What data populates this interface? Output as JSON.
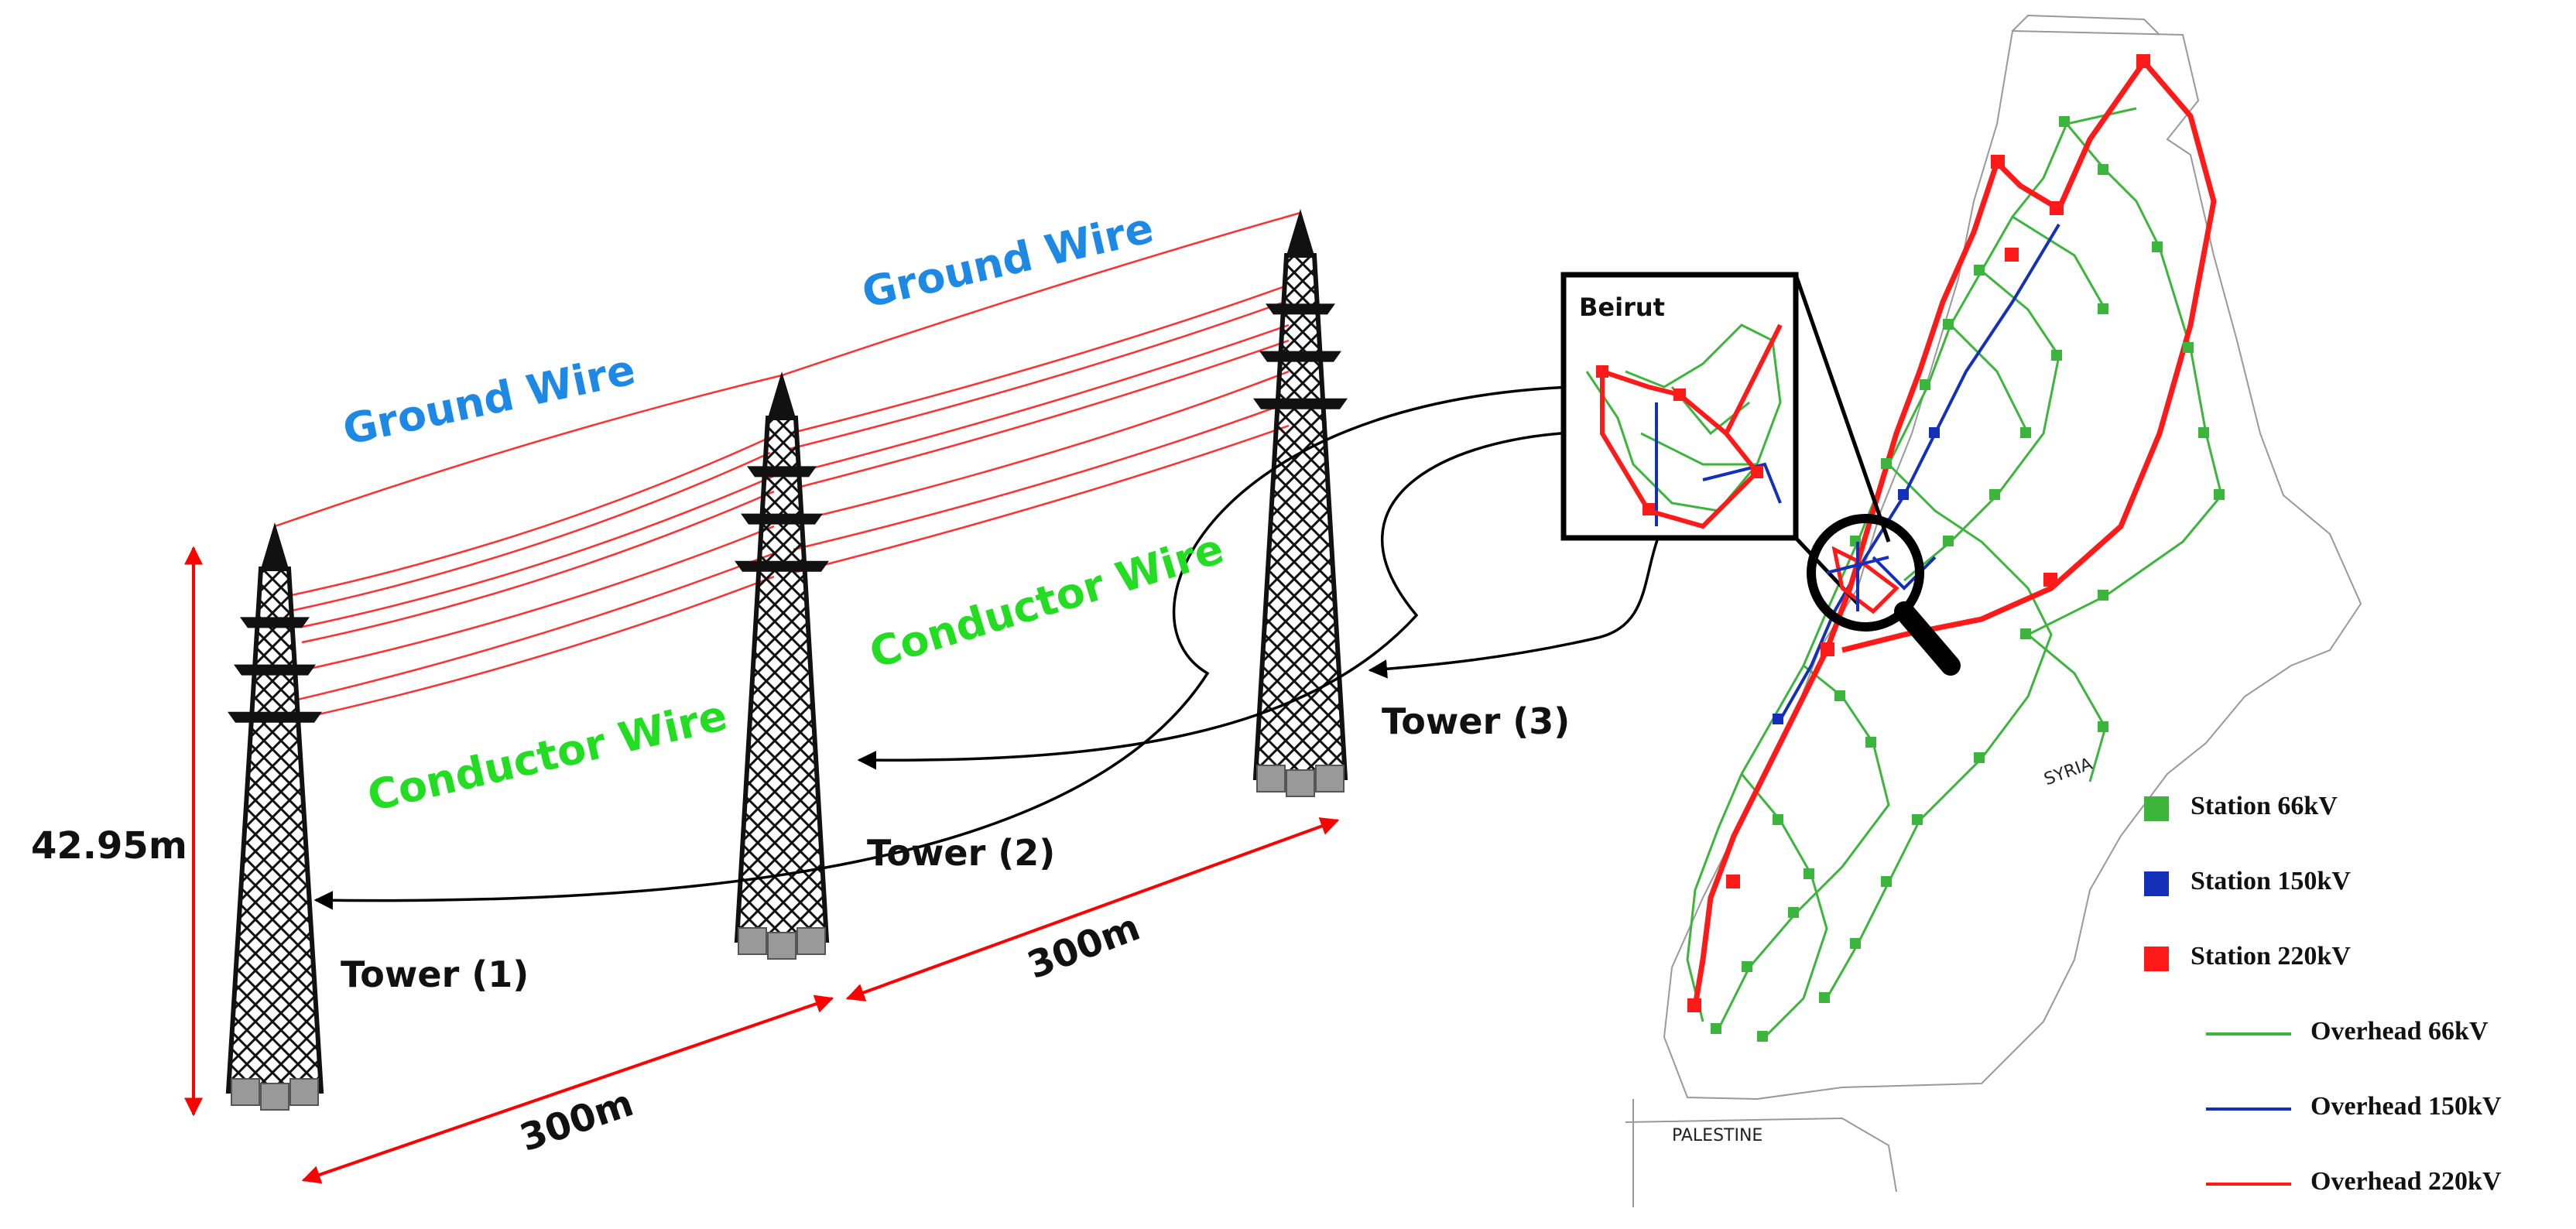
{
  "labels": {
    "ground_wire_left": "Ground Wire",
    "ground_wire_right": "Ground Wire",
    "conductor_wire_left": "Conductor Wire",
    "conductor_wire_right": "Conductor Wire",
    "tower_1": "Tower (1)",
    "tower_2": "Tower (2)",
    "tower_3": "Tower (3)",
    "height": "42.95m",
    "span_1": "300m",
    "span_2": "300m"
  },
  "map": {
    "inset_title": "Beirut",
    "country_north": "Syria",
    "country_south": "PALESTINE",
    "region_label": "SYRIA"
  },
  "legend": {
    "items": [
      {
        "label": "Station 66kV",
        "color": "#3cb53c",
        "kind": "square"
      },
      {
        "label": "Station 150kV",
        "color": "#1430b8",
        "kind": "square"
      },
      {
        "label": "Station 220kV",
        "color": "#ff1a1a",
        "kind": "square"
      },
      {
        "label": "Overhead 66kV",
        "color": "#3cb53c",
        "kind": "line"
      },
      {
        "label": "Overhead 150kV",
        "color": "#1430b8",
        "kind": "line"
      },
      {
        "label": "Overhead 220kV",
        "color": "#ff1a1a",
        "kind": "line"
      }
    ]
  },
  "colors": {
    "wire": "#ff3030",
    "tower": "#1a1a1a",
    "ground_label": "#1e88e5",
    "conductor_label": "#22dd22",
    "dimension": "#ff0000",
    "line_66kv": "#3cb53c",
    "line_150kv": "#1430b8",
    "line_220kv": "#ff1a1a"
  }
}
